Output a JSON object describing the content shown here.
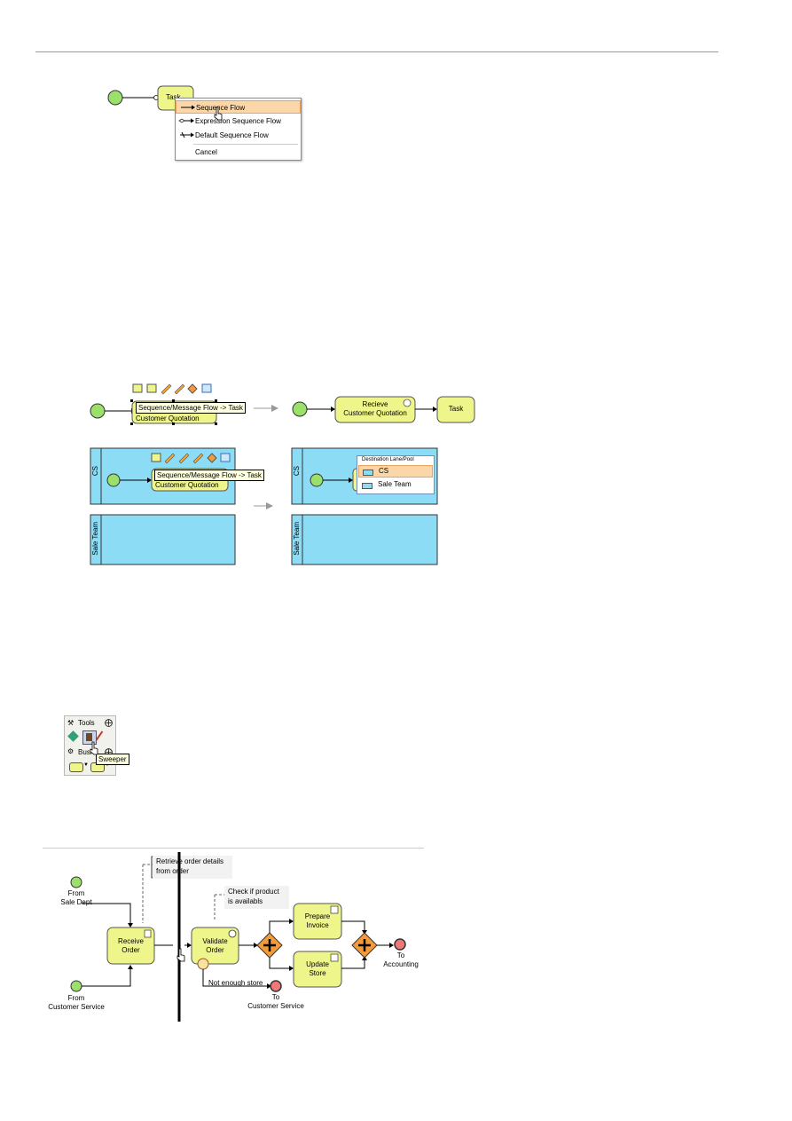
{
  "fig1": {
    "task_label": "Task",
    "menu_items": [
      {
        "label": "Sequence Flow",
        "selected": true
      },
      {
        "label": "Expression Sequence Flow",
        "selected": false
      },
      {
        "label": "Default Sequence Flow",
        "selected": false
      },
      {
        "label": "Cancel",
        "selected": false
      }
    ]
  },
  "fig2": {
    "tooltip": "Sequence/Message Flow -> Task",
    "source_task": "Customer Quotation",
    "result_task_line1": "Recieve",
    "result_task_line2": "Customer Quotation",
    "result_new_task": "Task"
  },
  "fig3": {
    "tooltip": "Sequence/Message Flow -> Task",
    "source_task": "Customer Quotation",
    "lane_cs": "CS",
    "lane_sale": "Sale Team",
    "popup_title": "Destination Lane/Pool",
    "popup_items": [
      {
        "label": "CS",
        "selected": true
      },
      {
        "label": "Sale Team",
        "selected": false
      }
    ]
  },
  "fig4": {
    "tools_label": "Tools",
    "bus_label": "Busi",
    "tooltip": "Sweeper"
  },
  "fig5": {
    "annot1_line1": "Retrieve order details",
    "annot1_line2": "from order",
    "annot2_line1": "Check if product",
    "annot2_line2": "is availabls",
    "start1_line1": "From",
    "start1_line2": "Sale Dept",
    "start2_line1": "From",
    "start2_line2": "Customer Service",
    "receive_line1": "Receive",
    "receive_line2": "Order",
    "validate_line1": "Validate",
    "validate_line2": "Order",
    "prepare_line1": "Prepare",
    "prepare_line2": "Invoice",
    "update_line1": "Update",
    "update_line2": "Store",
    "not_enough": "Not enough store",
    "end1_line1": "To",
    "end1_line2": "Customer Service",
    "end2_line1": "To",
    "end2_line2": "Accounting"
  },
  "colors": {
    "task_fill": "#eef58a",
    "start_fill": "#9be06a",
    "end_fill": "#f07878",
    "gateway_fill": "#f59a3a",
    "lane_fill": "#8ddcf6",
    "selection": "#fbd6a8"
  }
}
